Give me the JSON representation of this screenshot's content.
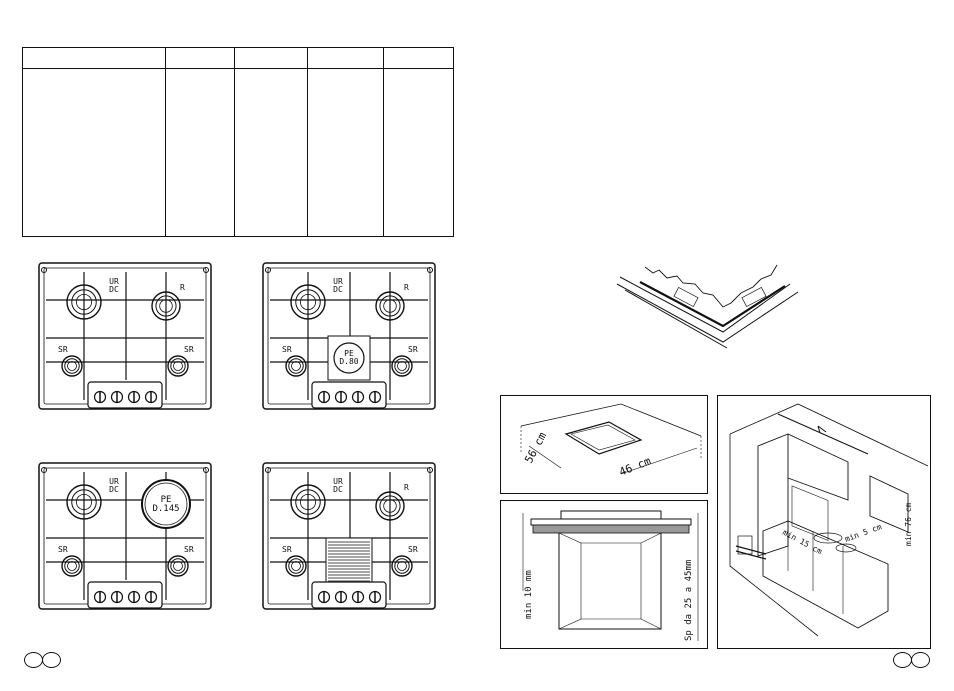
{
  "hobs": [
    {
      "id": "hob-1",
      "labels": {
        "top_left": "UR\nDC",
        "top_right": "R",
        "bottom_left": "SR",
        "bottom_right": "SR"
      }
    },
    {
      "id": "hob-2",
      "labels": {
        "top_left": "UR\nDC",
        "top_right": "R",
        "bottom_left": "SR",
        "bottom_right": "SR",
        "center": "PE\nD.80"
      }
    },
    {
      "id": "hob-3",
      "labels": {
        "top_left": "UR\nDC",
        "top_right": "PE\nD.145",
        "bottom_left": "SR",
        "bottom_right": "SR"
      }
    },
    {
      "id": "hob-4",
      "labels": {
        "top_left": "UR\nDC",
        "top_right": "R",
        "bottom_left": "SR",
        "bottom_right": "SR"
      }
    }
  ],
  "cutout": {
    "width_label": "56 cm",
    "depth_label": "46 cm"
  },
  "section": {
    "min_label": "min 10 mm",
    "thickness_label": "Sp da 25 a 45mm"
  },
  "kitchen": {
    "side_clearance": "min 15 cm",
    "side_clearance_2": "min 5 cm",
    "top_clearance": "min 76 cm"
  }
}
